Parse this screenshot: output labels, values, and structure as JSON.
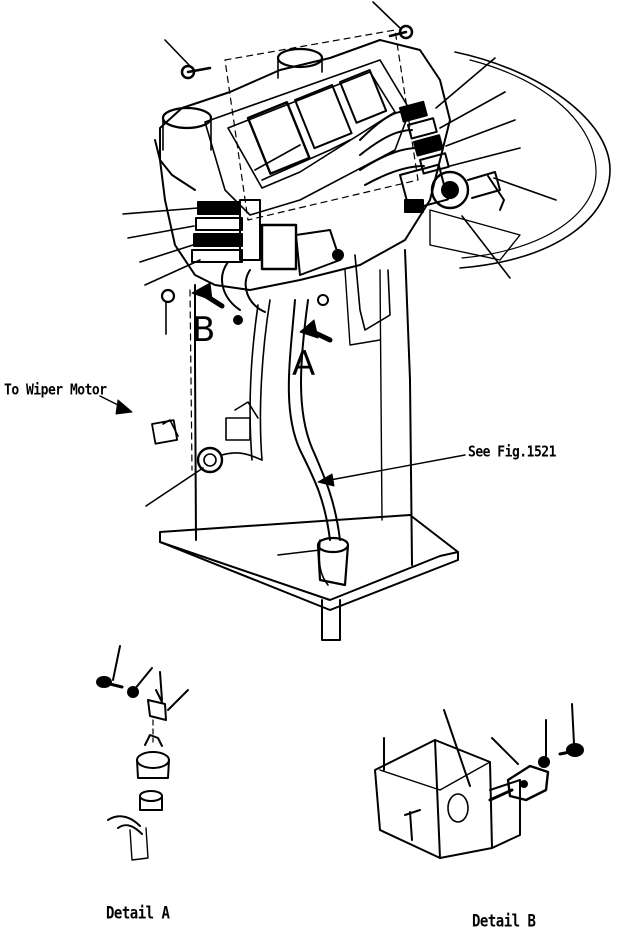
{
  "labels": {
    "wiper_motor": "To Wiper Motor",
    "see_fig": "See Fig.1521",
    "view_a": "A",
    "view_b": "B",
    "detail_a": "Detail A",
    "detail_b": "Detail B"
  },
  "colors": {
    "ink": "#000000",
    "paper": "#ffffff"
  }
}
